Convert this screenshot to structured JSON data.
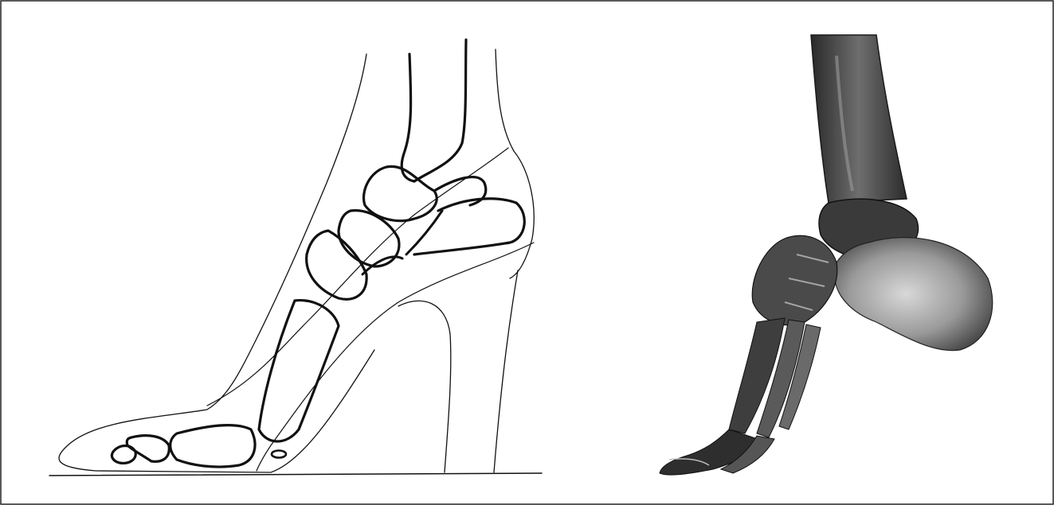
{
  "figure": {
    "panels": [
      {
        "id": "left",
        "kind": "line-drawing",
        "subject": "foot-bones-in-high-heel-shoe"
      },
      {
        "id": "right",
        "kind": "photograph",
        "subject": "foot-skeleton-lateral-view"
      }
    ]
  }
}
